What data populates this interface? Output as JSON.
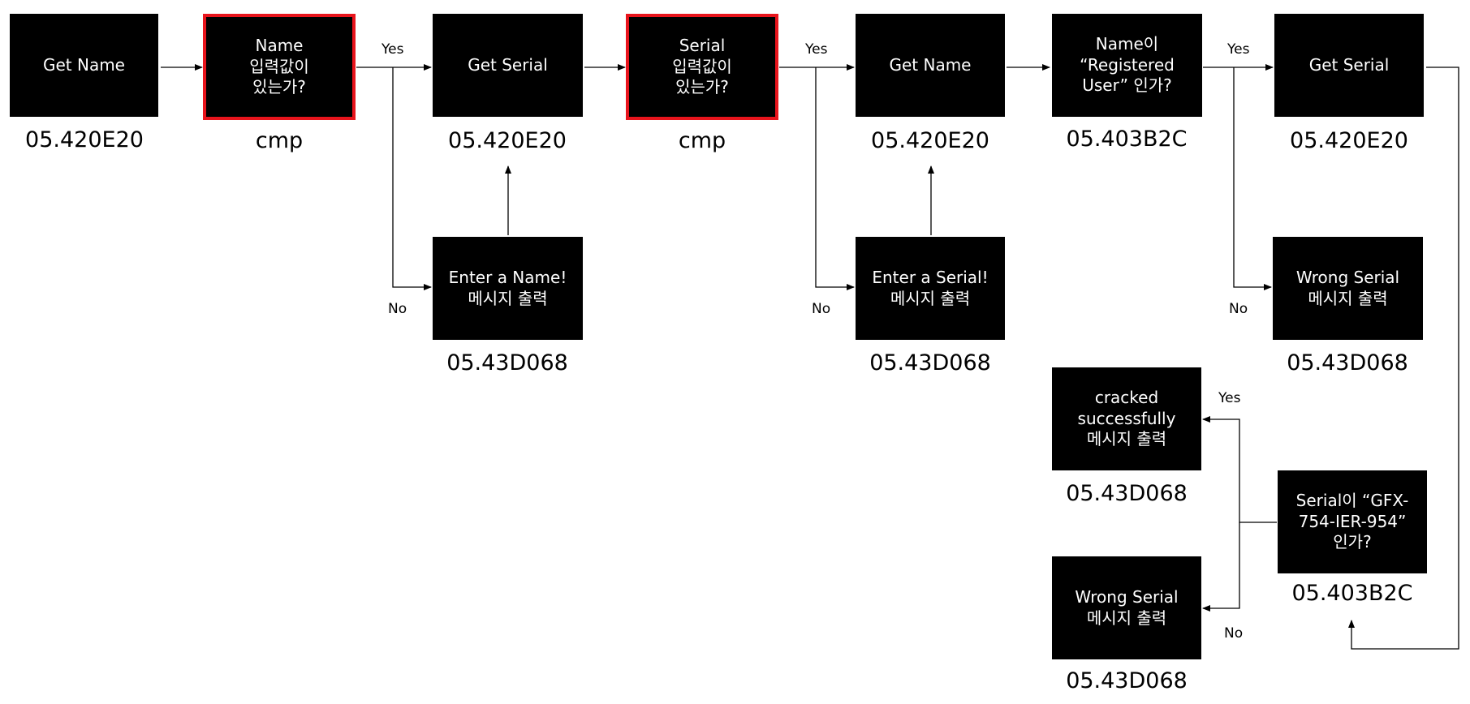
{
  "nodes": {
    "n1": {
      "lines": [
        "Get Name"
      ],
      "address": "05.420E20"
    },
    "n2": {
      "lines": [
        "Name",
        "입력값이",
        "있는가?"
      ],
      "address": "cmp"
    },
    "n3": {
      "lines": [
        "Get Serial"
      ],
      "address": "05.420E20"
    },
    "n4": {
      "lines": [
        "Serial",
        "입력값이",
        "있는가?"
      ],
      "address": "cmp"
    },
    "n5": {
      "lines": [
        "Get Name"
      ],
      "address": "05.420E20"
    },
    "n6": {
      "lines": [
        "Name이",
        "“Registered",
        "User” 인가?"
      ],
      "address": "05.403B2C"
    },
    "n7": {
      "lines": [
        "Get Serial"
      ],
      "address": "05.420E20"
    },
    "m1": {
      "lines": [
        "Enter a Name!",
        "메시지 출력"
      ],
      "address": "05.43D068"
    },
    "m2": {
      "lines": [
        "Enter a Serial!",
        "메시지 출력"
      ],
      "address": "05.43D068"
    },
    "m3": {
      "lines": [
        "Wrong Serial",
        "메시지 출력"
      ],
      "address": "05.43D068"
    },
    "s1": {
      "lines": [
        "cracked",
        "successfully",
        "메시지 출력"
      ],
      "address": "05.43D068"
    },
    "s2": {
      "lines": [
        "Wrong Serial",
        "메시지 출력"
      ],
      "address": "05.43D068"
    },
    "d4": {
      "lines": [
        "Serial이 “GFX-",
        "754-IER-954”",
        "인가?"
      ],
      "address": "05.403B2C"
    }
  },
  "labels": {
    "yes": "Yes",
    "no": "No"
  },
  "colors": {
    "node_fill": "#000000",
    "node_text": "#ffffff",
    "highlight_border": "#e8141c",
    "connector": "#000000"
  }
}
